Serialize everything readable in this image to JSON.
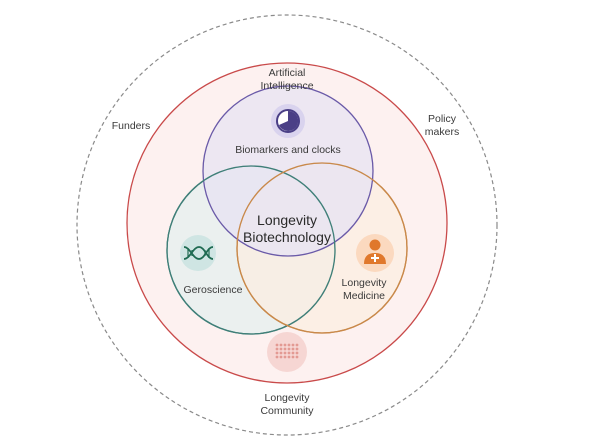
{
  "labels": {
    "ai_line1": "Artificial",
    "ai_line2": "Intelligence",
    "funders": "Funders",
    "policy_line1": "Policy",
    "policy_line2": "makers",
    "biomarkers": "Biomarkers and clocks",
    "center_line1": "Longevity",
    "center_line2": "Biotechnology",
    "geroscience": "Geroscience",
    "medicine_line1": "Longevity",
    "medicine_line2": "Medicine",
    "community_line1": "Longevity",
    "community_line2": "Community"
  },
  "colors": {
    "outer_dashed": "#8a8a8a",
    "red_ring": "#c94a4a",
    "red_fill": "#fdf1f0",
    "purple": "#6a5aa8",
    "purple_fill": "#e7e3f3",
    "green": "#3f7f78",
    "green_fill": "#e4efef",
    "orange": "#c9894a",
    "orange_fill": "#fbeee2",
    "icon_pink": "#f6d6d3",
    "icon_teal": "#cfe5e3",
    "icon_orange": "#fbd9bf"
  },
  "icons": [
    "pie-chart-icon",
    "dna-icon",
    "doctor-icon",
    "community-grid-icon"
  ]
}
